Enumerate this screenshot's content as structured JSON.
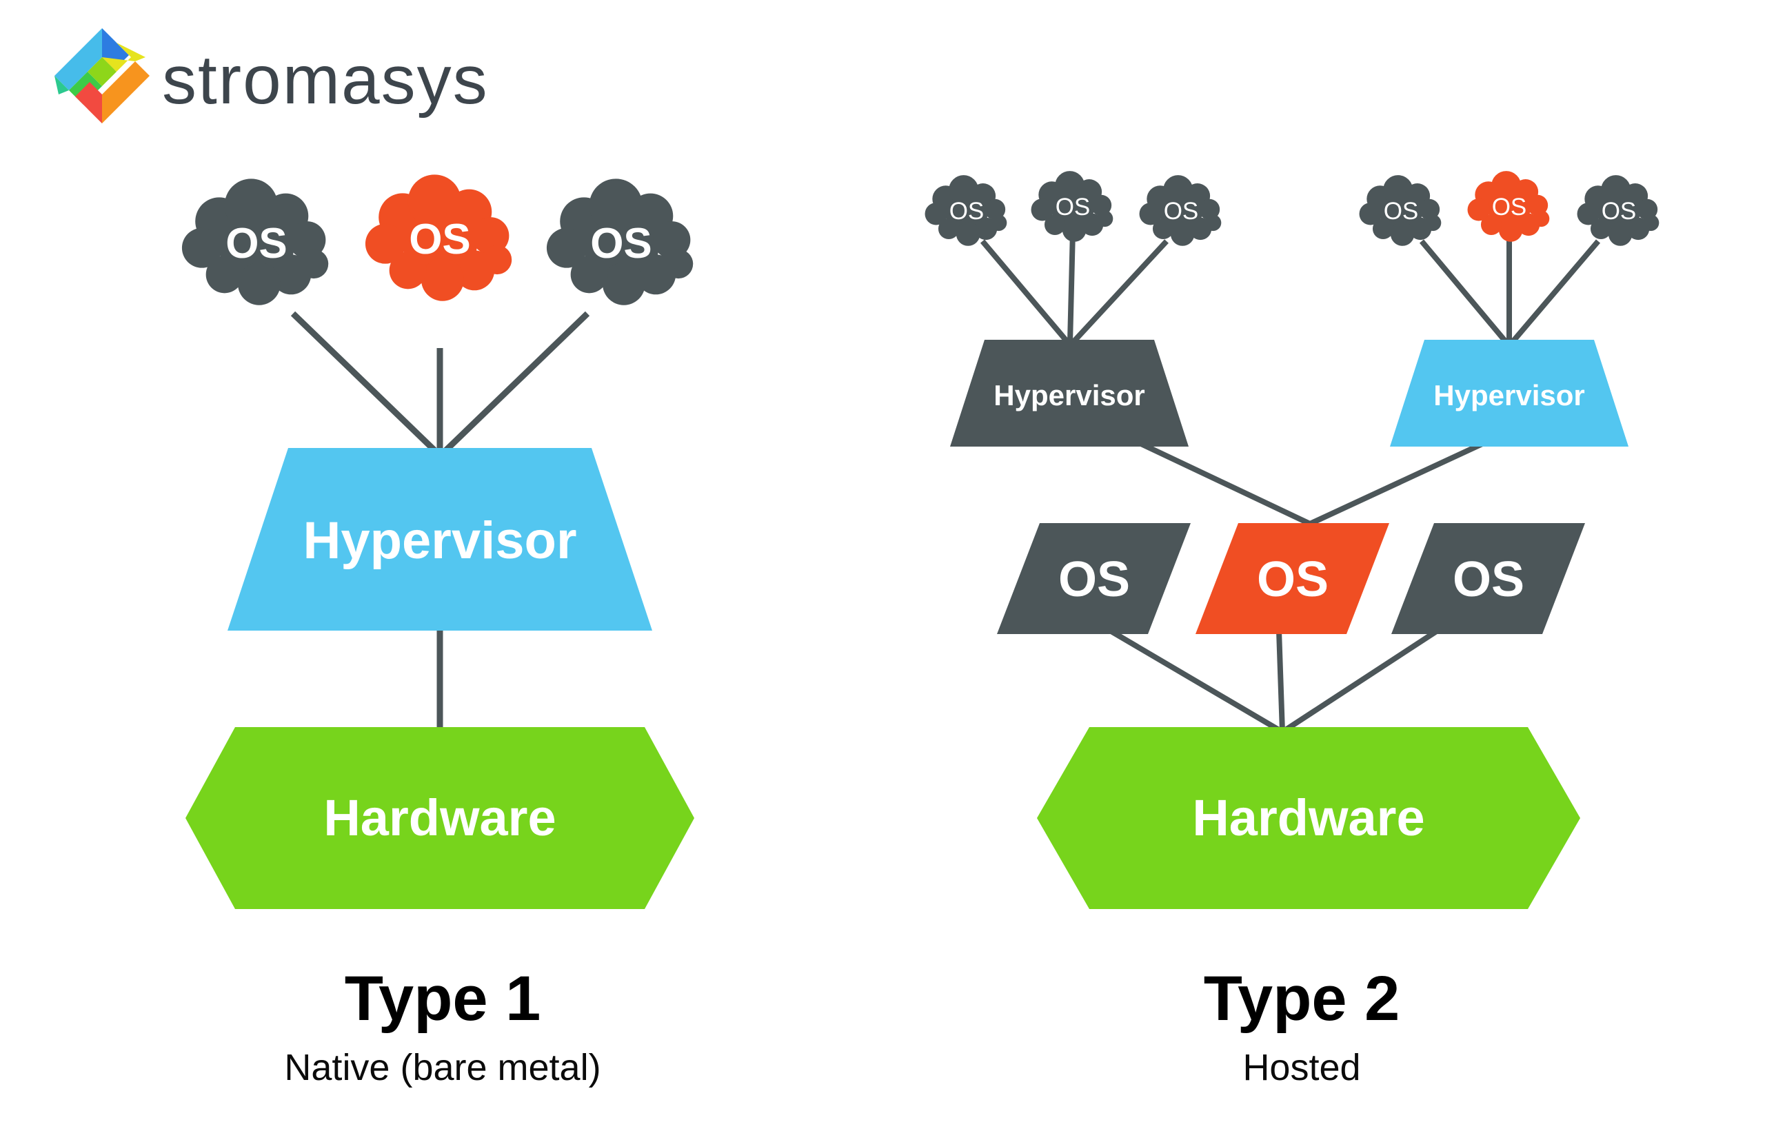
{
  "brand": {
    "wordmark": "stromasys"
  },
  "colors": {
    "gray": "#4c5659",
    "orange": "#f04e23",
    "blue": "#53c6f0",
    "green": "#77d41c",
    "line": "#4c5659",
    "wordmark": "#3d454c"
  },
  "logo": {
    "segments": [
      {
        "name": "cyan",
        "color": "#46bcea"
      },
      {
        "name": "blue",
        "color": "#2d7ce1"
      },
      {
        "name": "teal",
        "color": "#2cc98f"
      },
      {
        "name": "green",
        "color": "#3ecb47"
      },
      {
        "name": "lime",
        "color": "#8ed61a"
      },
      {
        "name": "yellow",
        "color": "#e6e31e"
      },
      {
        "name": "orange",
        "color": "#f7941e"
      },
      {
        "name": "red",
        "color": "#f24a40"
      }
    ]
  },
  "type1": {
    "title": "Type 1",
    "subtitle": "Native (bare metal)",
    "clouds": [
      {
        "label": "OS",
        "color": "#4c5659"
      },
      {
        "label": "OS",
        "color": "#f04e23"
      },
      {
        "label": "OS",
        "color": "#4c5659"
      }
    ],
    "hypervisor": {
      "label": "Hypervisor",
      "color": "#53c6f0"
    },
    "hardware": {
      "label": "Hardware",
      "color": "#77d41c"
    }
  },
  "type2": {
    "title": "Type 2",
    "subtitle": "Hosted",
    "cloud_groups": [
      {
        "clouds": [
          {
            "label": "OS",
            "color": "#4c5659"
          },
          {
            "label": "OS",
            "color": "#4c5659"
          },
          {
            "label": "OS",
            "color": "#4c5659"
          }
        ]
      },
      {
        "clouds": [
          {
            "label": "OS",
            "color": "#4c5659"
          },
          {
            "label": "OS",
            "color": "#f04e23"
          },
          {
            "label": "OS",
            "color": "#4c5659"
          }
        ]
      }
    ],
    "hypervisors": [
      {
        "label": "Hypervisor",
        "color": "#4c5659"
      },
      {
        "label": "Hypervisor",
        "color": "#53c6f0"
      }
    ],
    "host_os": [
      {
        "label": "OS",
        "color": "#4c5659"
      },
      {
        "label": "OS",
        "color": "#f04e23"
      },
      {
        "label": "OS",
        "color": "#4c5659"
      }
    ],
    "hardware": {
      "label": "Hardware",
      "color": "#77d41c"
    }
  }
}
